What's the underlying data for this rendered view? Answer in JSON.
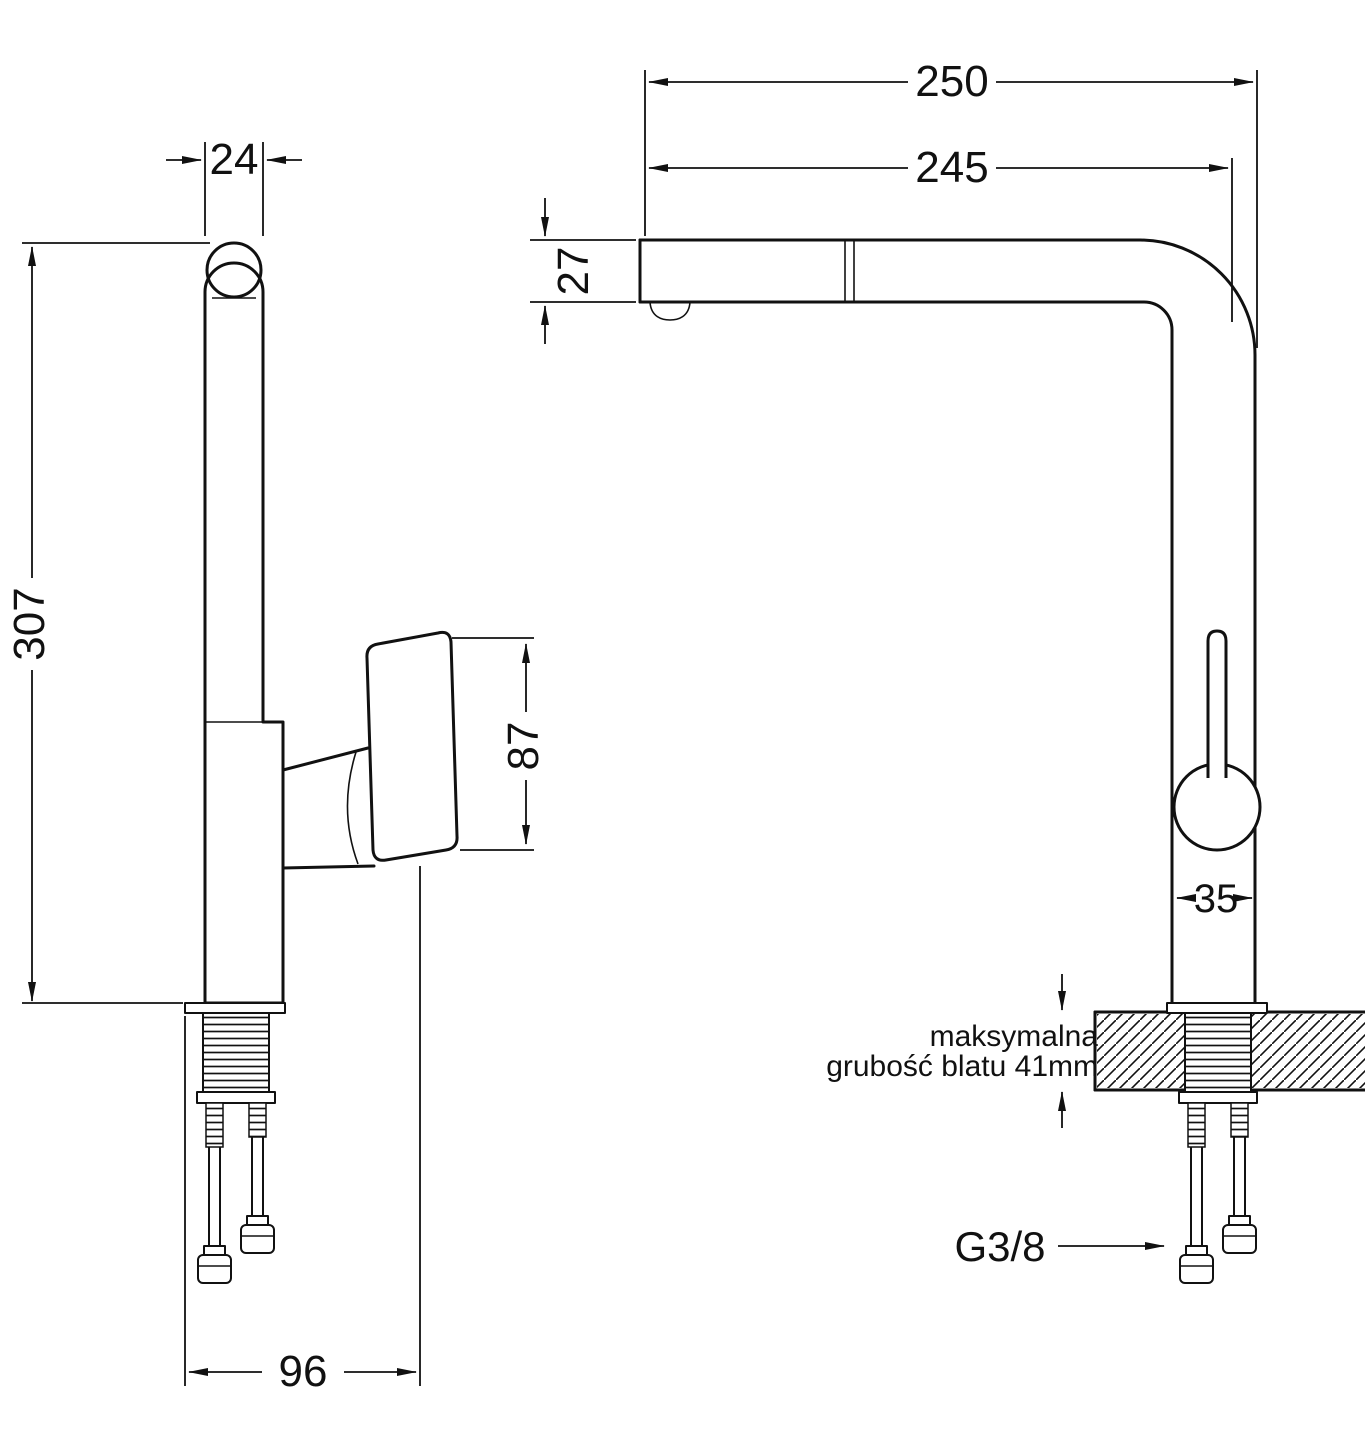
{
  "drawing": {
    "type": "faucet-technical-dimension-drawing",
    "dimensions": {
      "pipe_width": "24",
      "total_height": "307",
      "handle_height": "87",
      "base_depth": "96",
      "total_reach": "250",
      "spout_reach": "245",
      "spout_height": "27",
      "body_diameter": "35",
      "thread_size": "G3/8"
    },
    "notes": {
      "countertop_line1": "maksymalna",
      "countertop_line2": "grubość blatu 41mm"
    },
    "colors": {
      "line": "#111111",
      "background": "#ffffff"
    }
  }
}
